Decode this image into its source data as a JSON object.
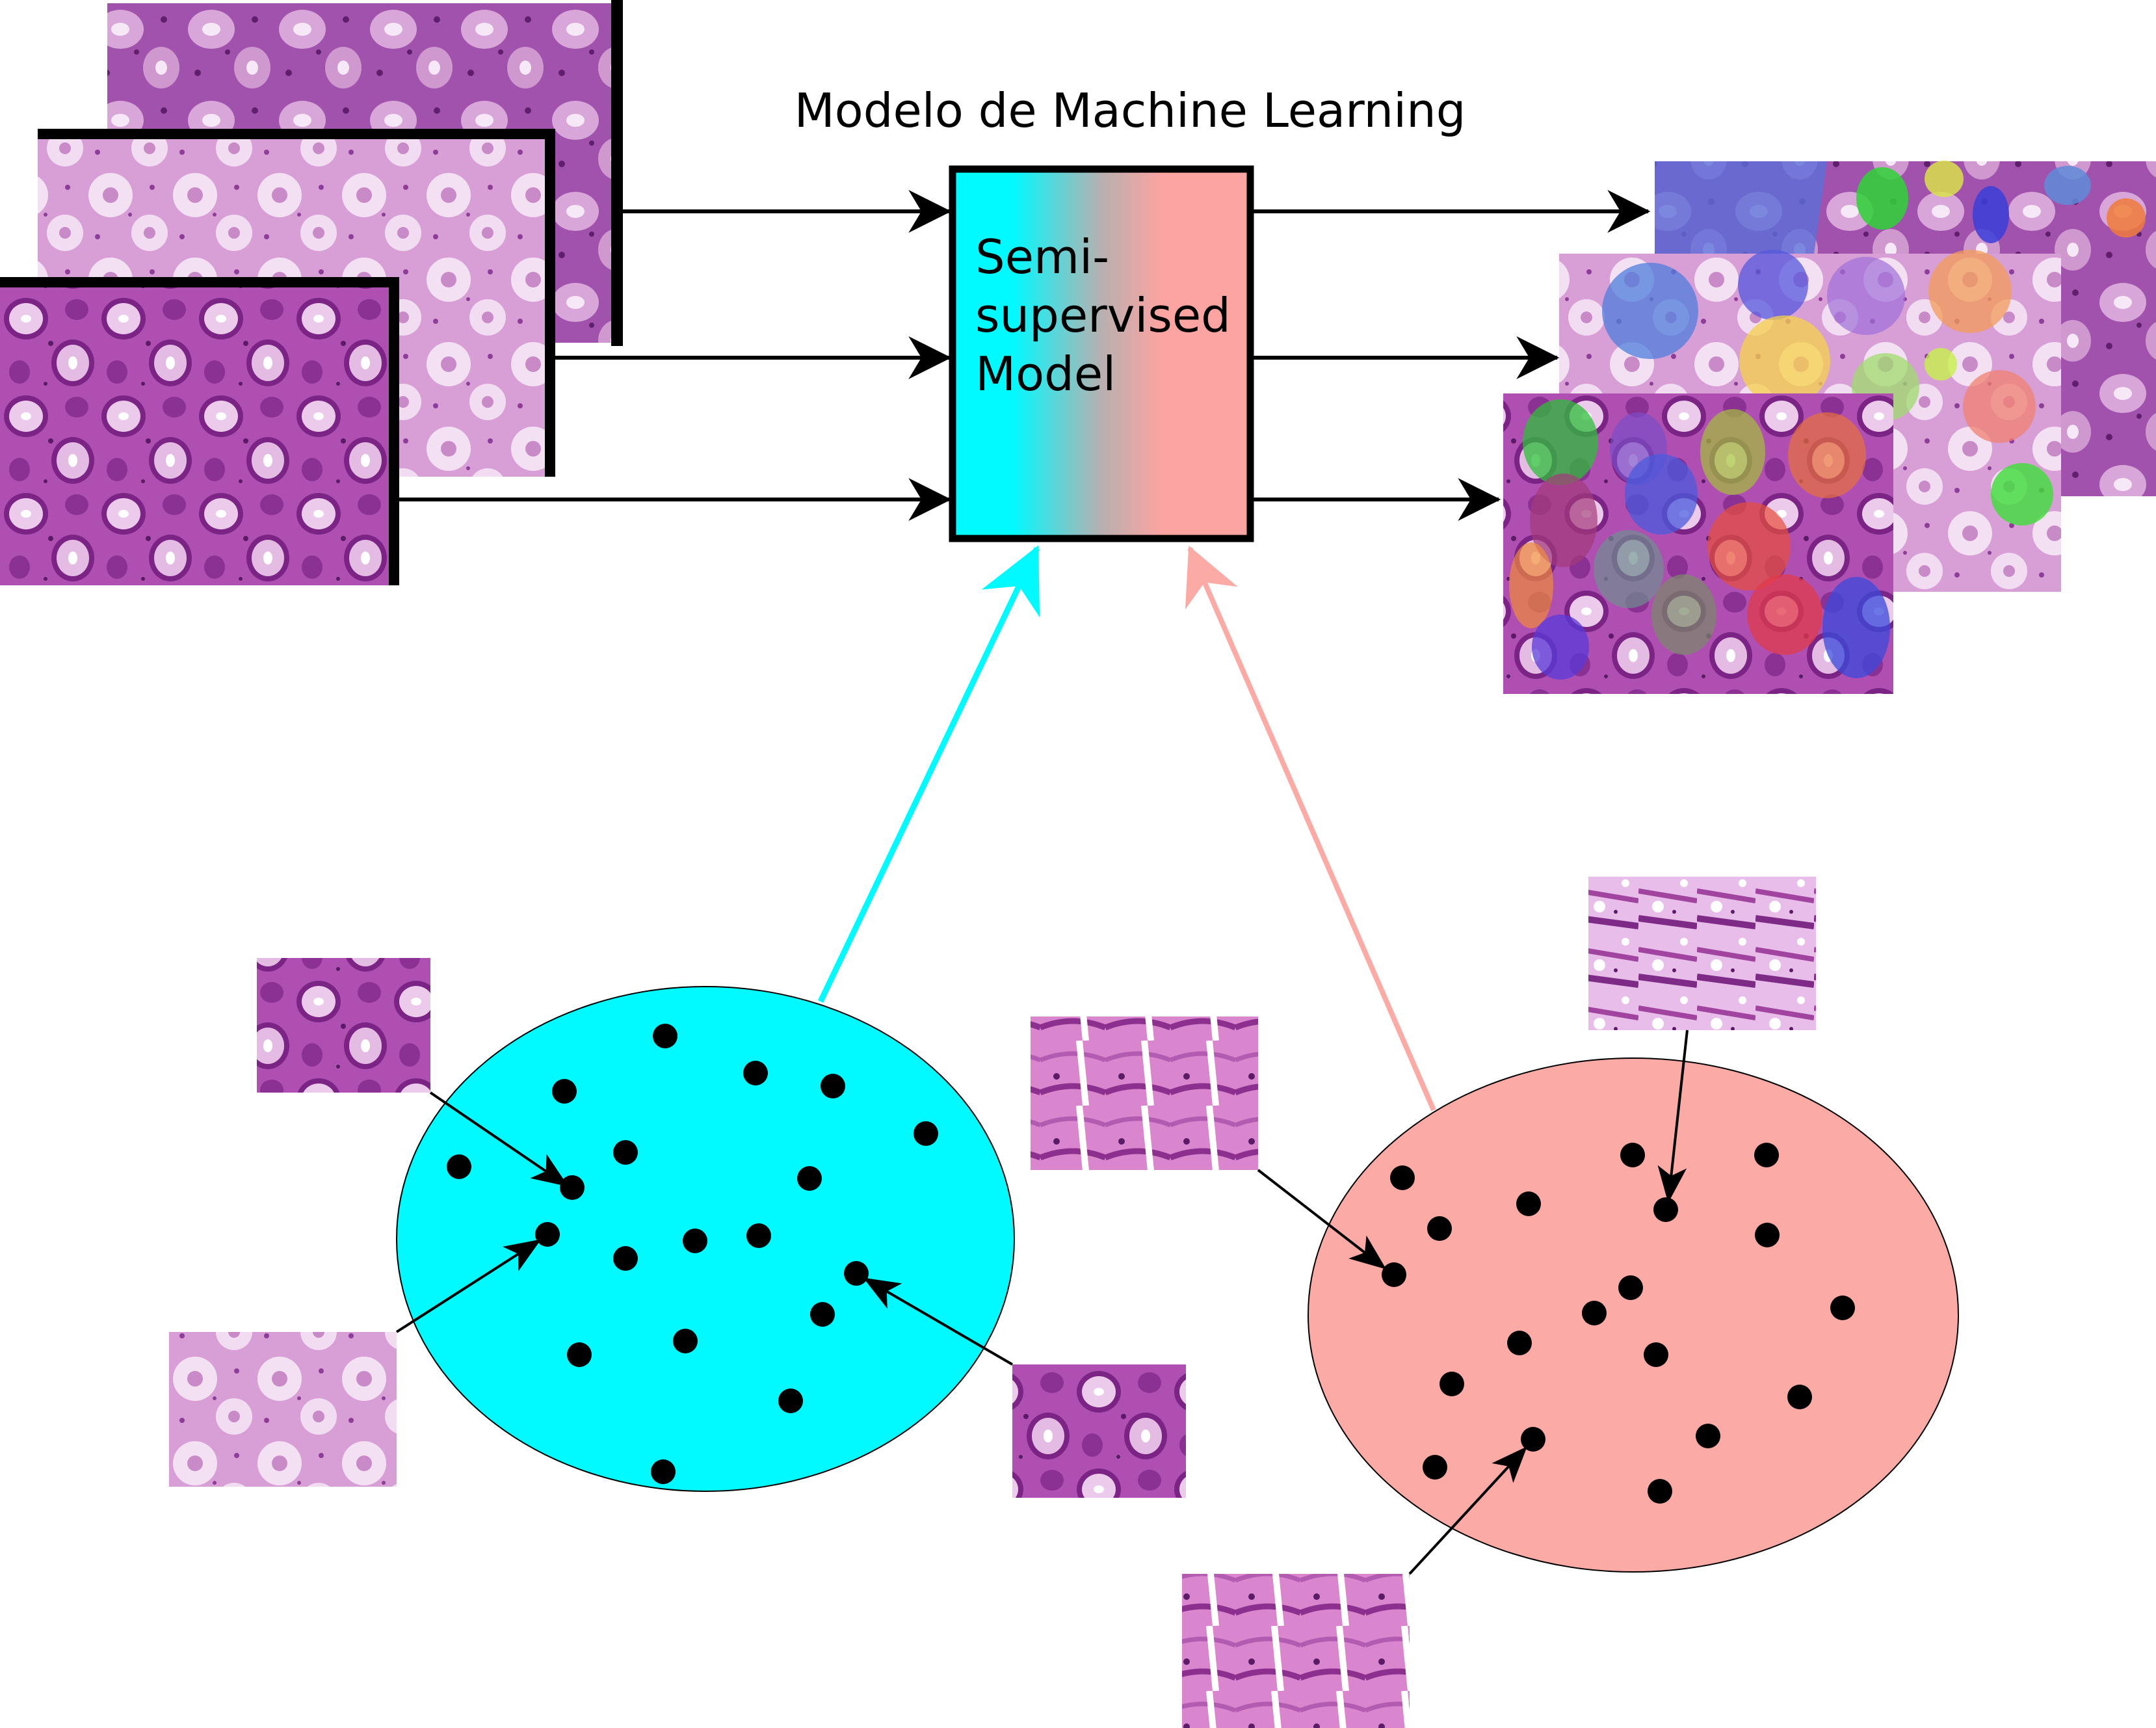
{
  "header": {
    "title": "Modelo de Machine Learning"
  },
  "model": {
    "label_lines": [
      "Semi-",
      "supervised",
      "Model"
    ]
  },
  "colors": {
    "cluster_a": "#00faff",
    "cluster_b": "#fbaaa6",
    "tissue_dark": "#7b2486",
    "tissue_mid": "#b54ab7",
    "tissue_light": "#e6b6e4",
    "stroke": "#000000",
    "point": "#000000"
  },
  "icons": {
    "input_slides": "he-stained-colon-tissue-image",
    "output_slides": "segmented-gland-overlay-image",
    "patches": "tissue-patch-thumbnail"
  }
}
